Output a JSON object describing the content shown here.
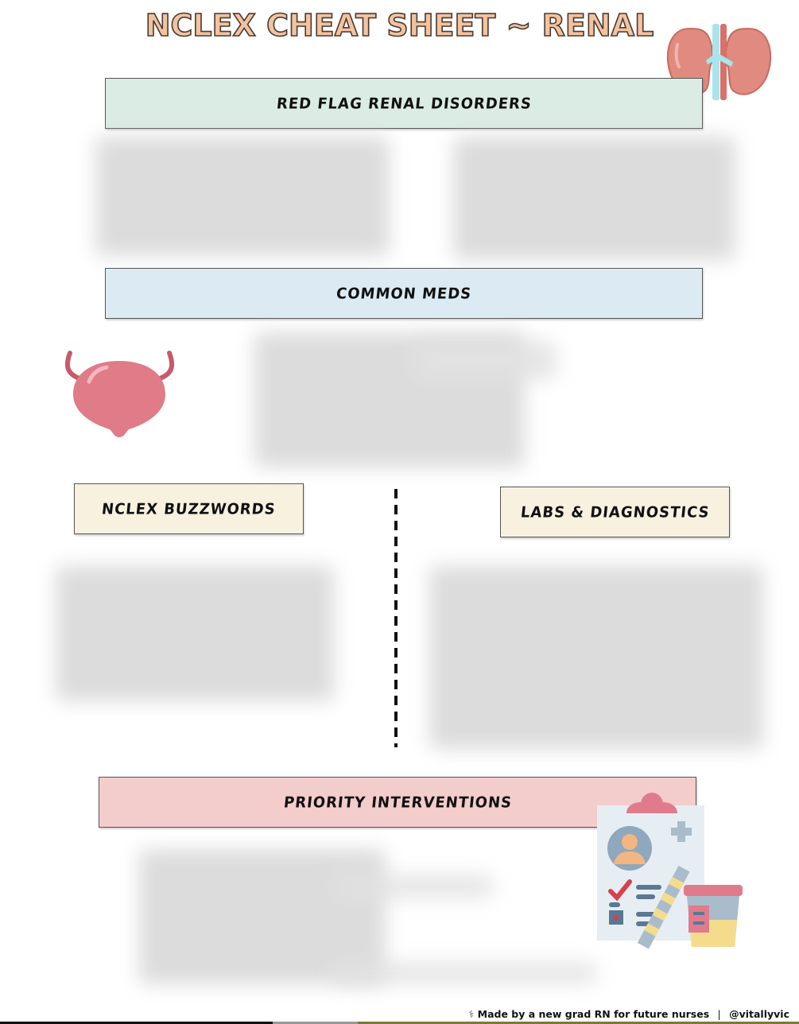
{
  "document": {
    "title": "NCLEX CHEAT SHEET ~ RENAL",
    "sections": {
      "red_flag": {
        "label": "RED FLAG RENAL DISORDERS",
        "color": "#dbece4"
      },
      "common_meds": {
        "label": "COMMON MEDS",
        "color": "#dcebf3"
      },
      "buzzwords": {
        "label": "NCLEX BUZZWORDS",
        "color": "#f8f1e0"
      },
      "labs": {
        "label": "LABS & DIAGNOSTICS",
        "color": "#f8f1e0"
      },
      "priority": {
        "label": "PRIORITY INTERVENTIONS",
        "color": "#f3cdcb"
      }
    },
    "icons": {
      "kidneys": "kidneys-icon",
      "bladder": "bladder-icon",
      "clipboard": "medical-clipboard-icon",
      "stethoscope": "stethoscope-icon"
    },
    "footer": {
      "credit": "Made by a new grad RN for future nurses",
      "separator": "|",
      "handle": "@vitallyvic"
    }
  }
}
